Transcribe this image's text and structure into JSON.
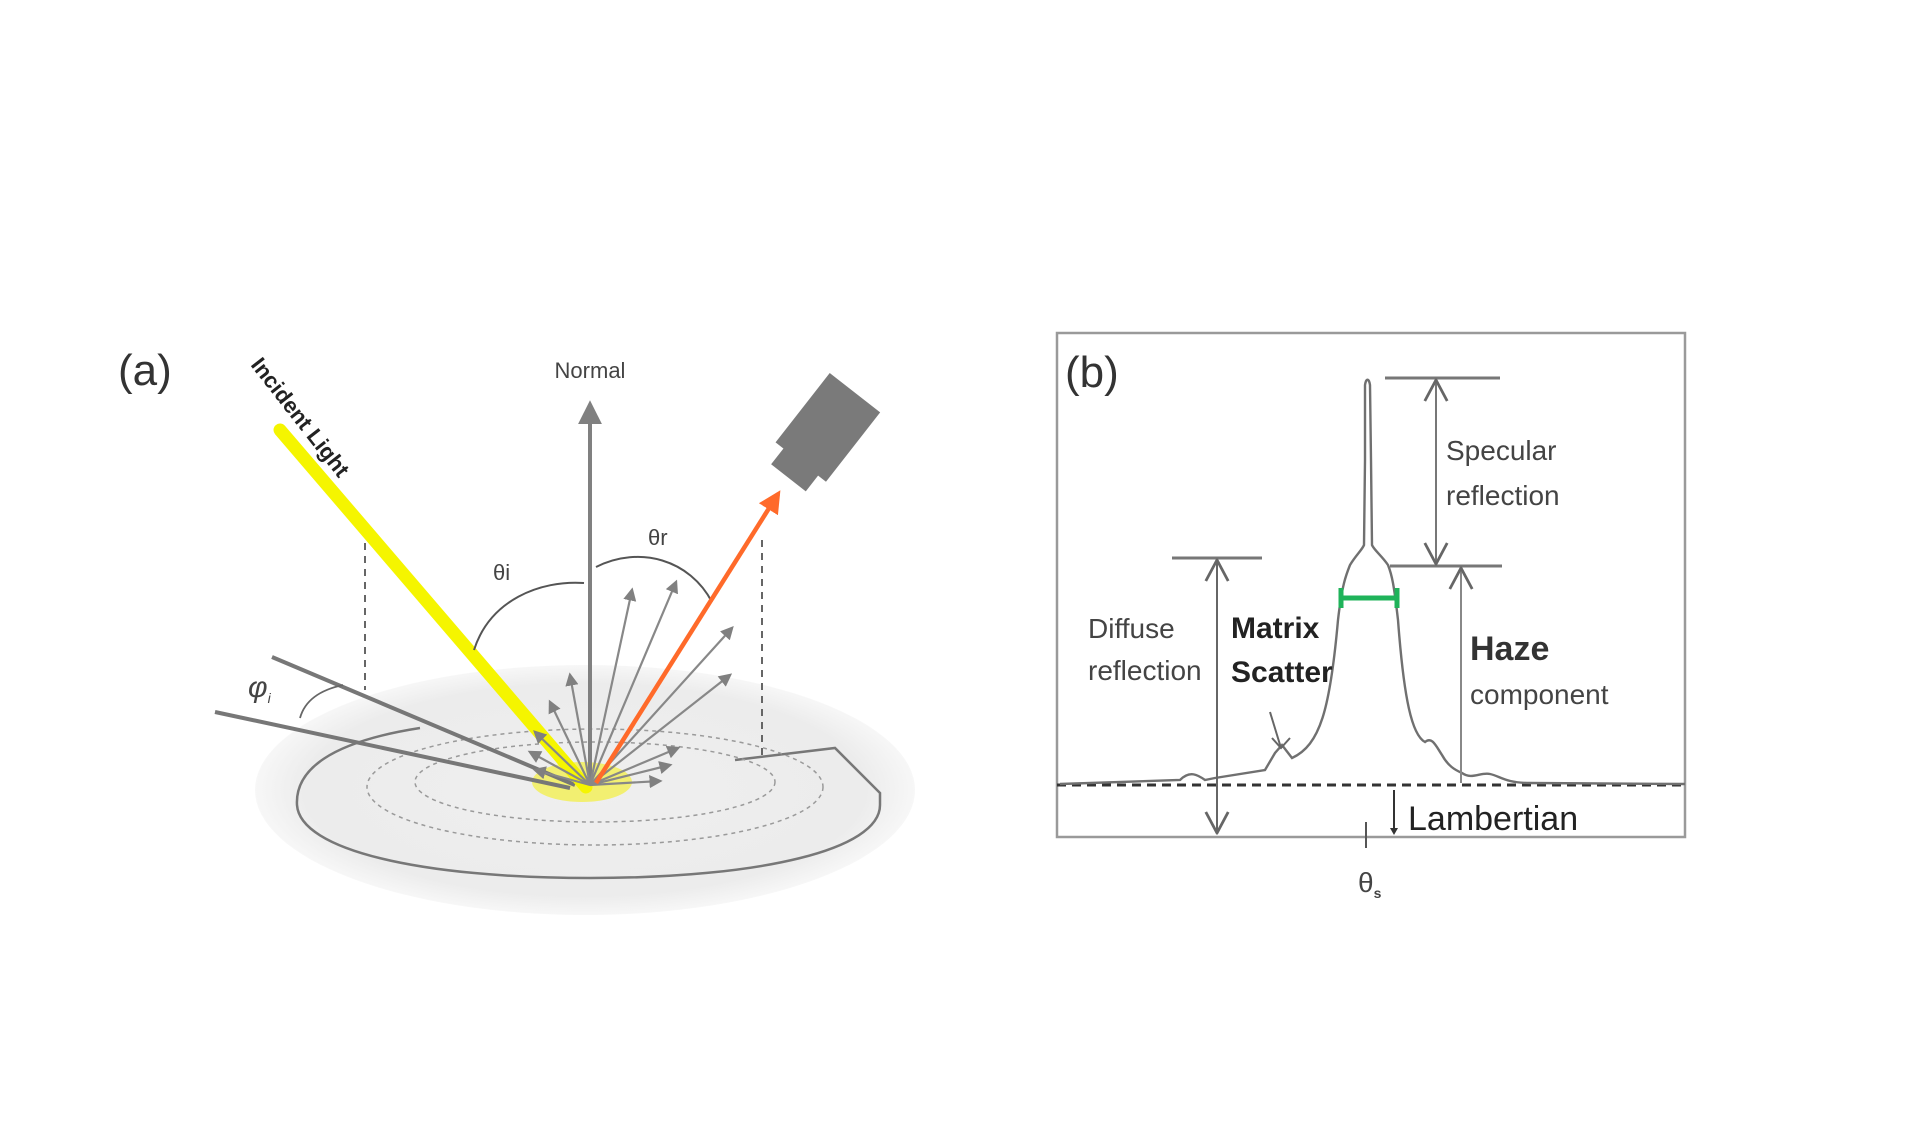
{
  "figure": {
    "panel_a": {
      "label": "(a)",
      "incident_light": "Incident Light",
      "normal": "Normal",
      "theta_i": "θi",
      "theta_r": "θr",
      "phi_i": "φ",
      "phi_i_sub": "i",
      "colors": {
        "incident": "#f5f500",
        "reflected": "#ff6a2a",
        "arrows": "#808080",
        "detector": "#7a7a7a",
        "surface": "#eeeeee",
        "spot": "#f2ee5a"
      },
      "components": [
        "incident-beam",
        "surface-normal",
        "specular-beam",
        "detector",
        "scattered-rays",
        "sample-disk"
      ]
    },
    "panel_b": {
      "label": "(b)",
      "specular": [
        "Specular",
        "reflection"
      ],
      "diffuse": [
        "Diffuse",
        "reflection"
      ],
      "matrix": [
        "Matrix",
        "Scatter"
      ],
      "haze": [
        "Haze",
        "component"
      ],
      "lambertian": "Lambertian",
      "theta_s": "θ",
      "theta_s_sub": "s",
      "colors": {
        "curve": "#707070",
        "fwhm_marker": "#1fb35a",
        "frame": "#999999"
      }
    }
  }
}
